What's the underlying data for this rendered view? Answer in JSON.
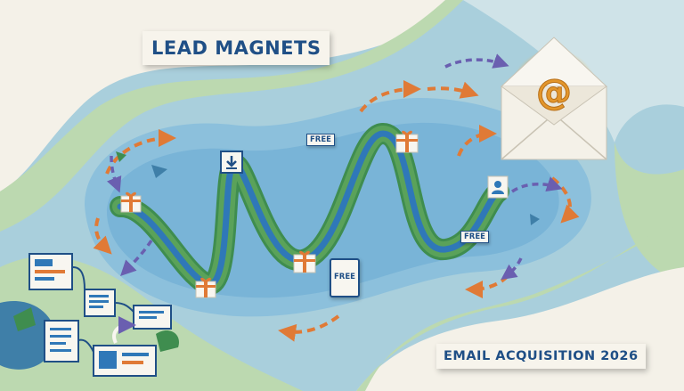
{
  "title": "LEAD MAGNETS",
  "subtitle": "EMAIL ACQUISITION 2026",
  "free_tag_top": "FREE",
  "free_tag_right": "FREE",
  "free_tablet": "FREE",
  "envelope_symbol": "@",
  "icons": [
    "gift-icon",
    "download-icon",
    "user-icon",
    "envelope-icon",
    "document-icon",
    "tablet-icon"
  ],
  "colors": {
    "ink_blue": "#1f4f86",
    "path_green": "#5aa25a",
    "path_blue": "#2f78b8",
    "arrow_orange": "#e07a36",
    "arrow_purple": "#6a5fb0",
    "paper": "#f4f1e8"
  }
}
